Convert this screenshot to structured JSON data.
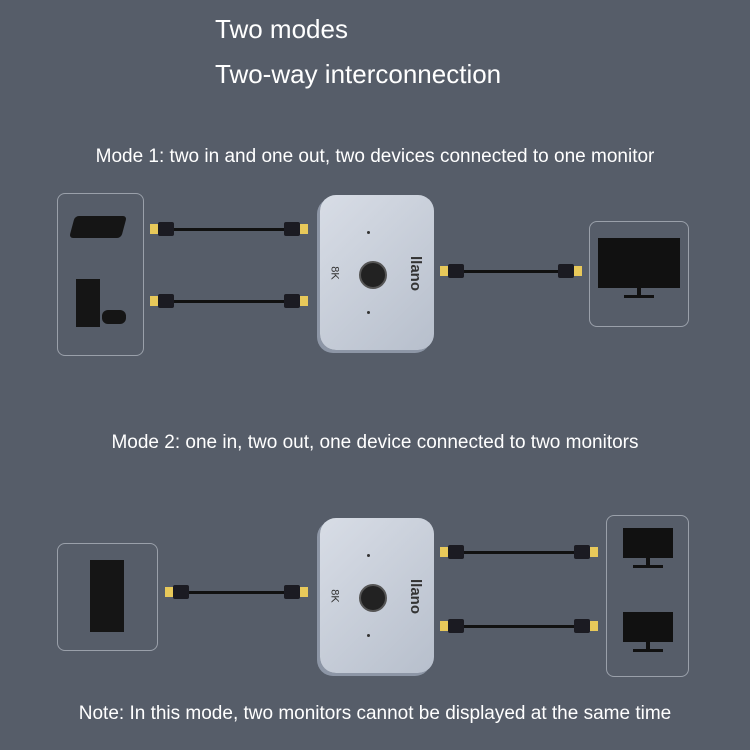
{
  "header": {
    "title": "Two modes",
    "subtitle": "Two-way interconnection"
  },
  "mode1": {
    "caption": "Mode 1: two in and one out, two devices connected to one monitor"
  },
  "mode2": {
    "caption": "Mode 2: one in, two out, one device connected to two monitors"
  },
  "switch": {
    "brand": "llano",
    "resolution": "8K"
  },
  "note": "Note: In this mode, two monitors cannot be displayed at the same time"
}
